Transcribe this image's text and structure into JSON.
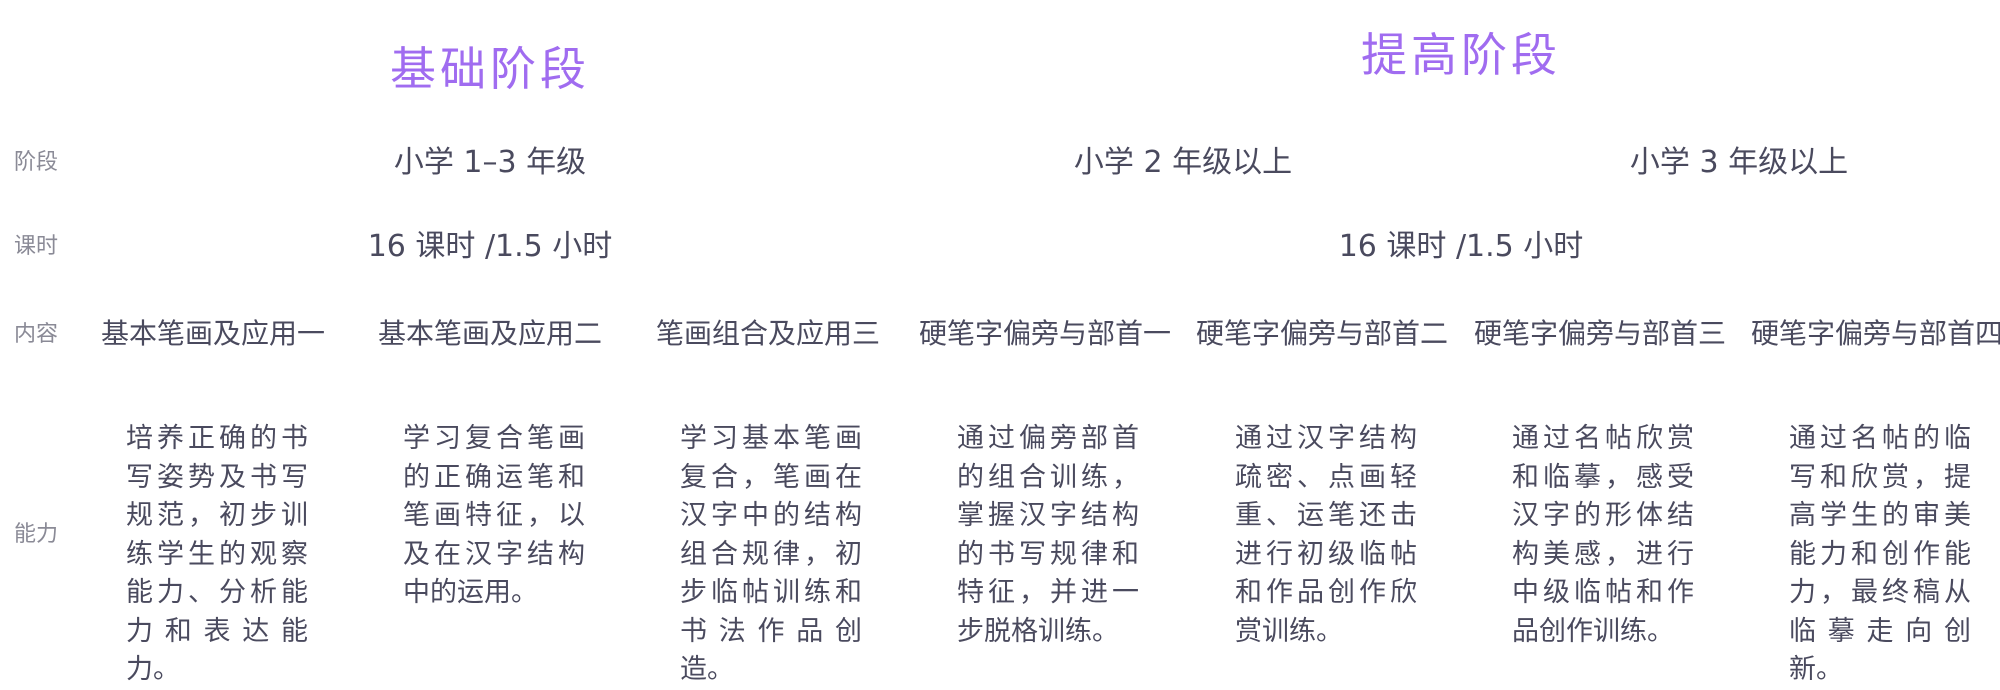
{
  "stages": {
    "basic": "基础阶段",
    "advanced": "提高阶段"
  },
  "row_labels": {
    "stage": "阶段",
    "hours": "课时",
    "content": "内容",
    "ability": "能力"
  },
  "grade": {
    "basic": "小学 1–3 年级",
    "advanced_1": "小学 2 年级以上",
    "advanced_2": "小学 3 年级以上"
  },
  "hours": {
    "basic": "16 课时 /1.5 小时",
    "advanced": "16 课时 /1.5 小时"
  },
  "courses": [
    {
      "name": "基本笔画及应用一",
      "ability": "培养正确的书写姿势及书写规范，初步训练学生的观察能力、分析能力和表达能力。"
    },
    {
      "name": "基本笔画及应用二",
      "ability": "学习复合笔画的正确运笔和笔画特征，以及在汉字结构中的运用。"
    },
    {
      "name": "笔画组合及应用三",
      "ability": "学习基本笔画复合，笔画在汉字中的结构组合规律，初步临帖训练和书法作品创造。"
    },
    {
      "name": "硬笔字偏旁与部首一",
      "ability": "通过偏旁部首的组合训练，掌握汉字结构的书写规律和特征，并进一步脱格训练。"
    },
    {
      "name": "硬笔字偏旁与部首二",
      "ability": "通过汉字结构疏密、点画轻重、运笔还击进行初级临帖和作品创作欣赏训练。"
    },
    {
      "name": "硬笔字偏旁与部首三",
      "ability": "通过名帖欣赏和临摹，感受汉字的形体结构美感，进行中级临帖和作品创作训练。"
    },
    {
      "name": "硬笔字偏旁与部首四",
      "ability": "通过名帖的临写和欣赏，提高学生的审美能力和创作能力，最终稿从临摹走向创新。"
    }
  ]
}
